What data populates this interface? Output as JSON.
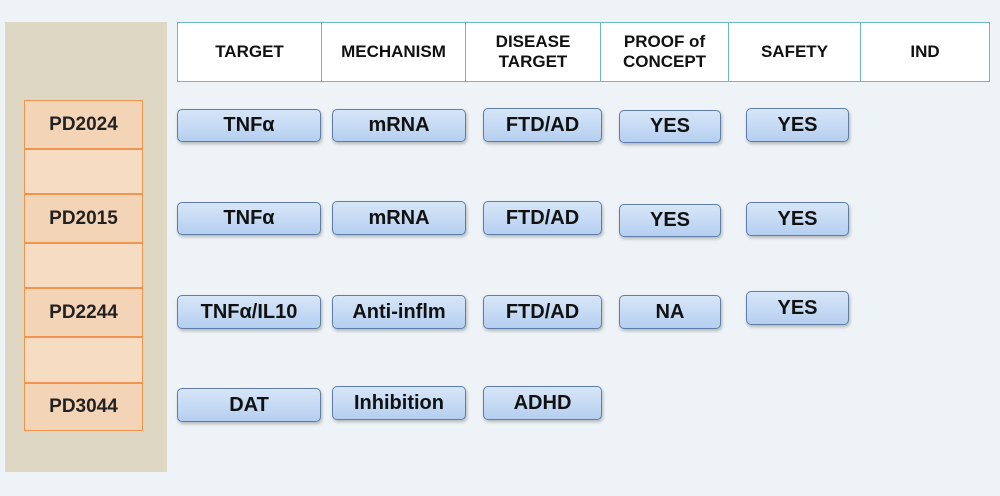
{
  "header": {
    "target": "TARGET",
    "mechanism": "MECHANISM",
    "disease_target_line1": "DISEASE",
    "disease_target_line2": "TARGET",
    "proof_line1": "PROOF of",
    "proof_line2": "CONCEPT",
    "safety": "SAFETY",
    "ind": "IND"
  },
  "programs": [
    {
      "id": "PD2024",
      "target": "TNFα",
      "mechanism": "mRNA",
      "disease": "FTD/AD",
      "proof": "YES",
      "safety": "YES"
    },
    {
      "id": "PD2015",
      "target": "TNFα",
      "mechanism": "mRNA",
      "disease": "FTD/AD",
      "proof": "YES",
      "safety": "YES"
    },
    {
      "id": "PD2244",
      "target": "TNFα/IL10",
      "mechanism": "Anti-inflm",
      "disease": "FTD/AD",
      "proof": "NA",
      "safety": "YES"
    },
    {
      "id": "PD3044",
      "target": "DAT",
      "mechanism": "Inhibition",
      "disease": "ADHD"
    }
  ]
}
